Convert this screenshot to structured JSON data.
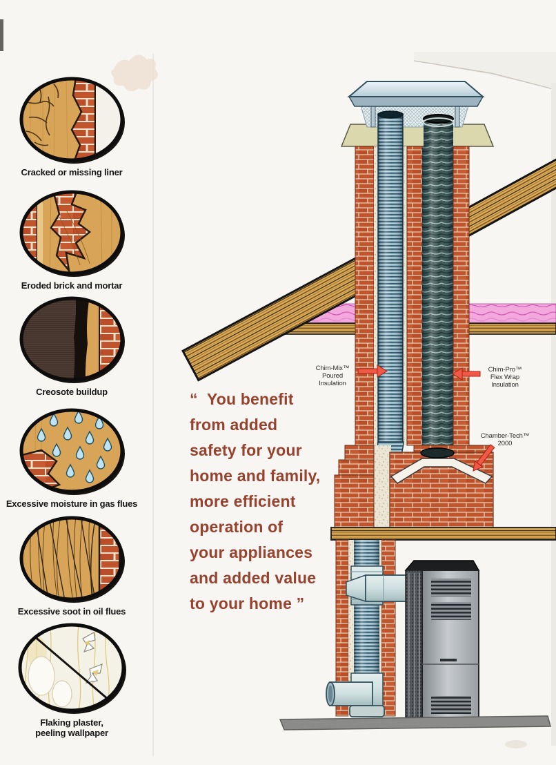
{
  "problems": [
    {
      "caption": "Cracked or missing liner"
    },
    {
      "caption": "Eroded brick and mortar"
    },
    {
      "caption": "Creosote buildup"
    },
    {
      "caption": "Excessive moisture in gas flues"
    },
    {
      "caption": "Excessive soot in oil flues"
    },
    {
      "caption": "Flaking plaster,\npeeling wallpaper"
    }
  ],
  "quote": {
    "lines": [
      "“  You benefit",
      "from added",
      "safety for your",
      "home and family,",
      "more efficient",
      "operation of",
      "your appliances",
      "and added value",
      "to your home ”"
    ]
  },
  "labels": {
    "chim_mix": {
      "lines": [
        "Chim-Mix™",
        "Poured",
        "Insulation"
      ]
    },
    "chim_pro": {
      "lines": [
        "Chim-Pro™",
        "Flex Wrap",
        "Insulation"
      ]
    },
    "chamber_tech": {
      "lines": [
        "Chamber-Tech™",
        "2000"
      ]
    }
  },
  "colors": {
    "brick": "#c0542c",
    "mortar": "#e6d6bf",
    "quote_text": "#96422f",
    "arrow_red": "#ee5a47",
    "liner_blue": "#8fb3c2",
    "wrap_dark": "#3a5553",
    "insulation_pink": "#f3a9de",
    "wood": "#dcae5c",
    "crown": "#dcd8ad",
    "cap_metal": "#cfe0ea",
    "furnace_grey": "#9aa0a5"
  }
}
